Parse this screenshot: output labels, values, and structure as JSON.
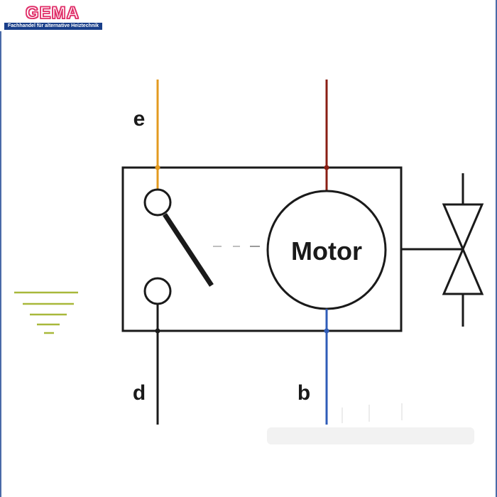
{
  "logo": {
    "title": "GEMA",
    "subtitle": "Fachhandel für alternative Heiztechnik"
  },
  "diagram": {
    "motor_label": "Motor",
    "terminals": {
      "e": "e",
      "d": "d",
      "b": "b"
    }
  },
  "colors": {
    "wire_e": "#e39a1f",
    "wire_top_right": "#8a1f14",
    "wire_b": "#2f5cb8",
    "wire_d": "#1a1a1a",
    "ground_symbol": "#a8b83a",
    "logo_accent": "#e0306a",
    "logo_bar": "#1a3f8a"
  }
}
